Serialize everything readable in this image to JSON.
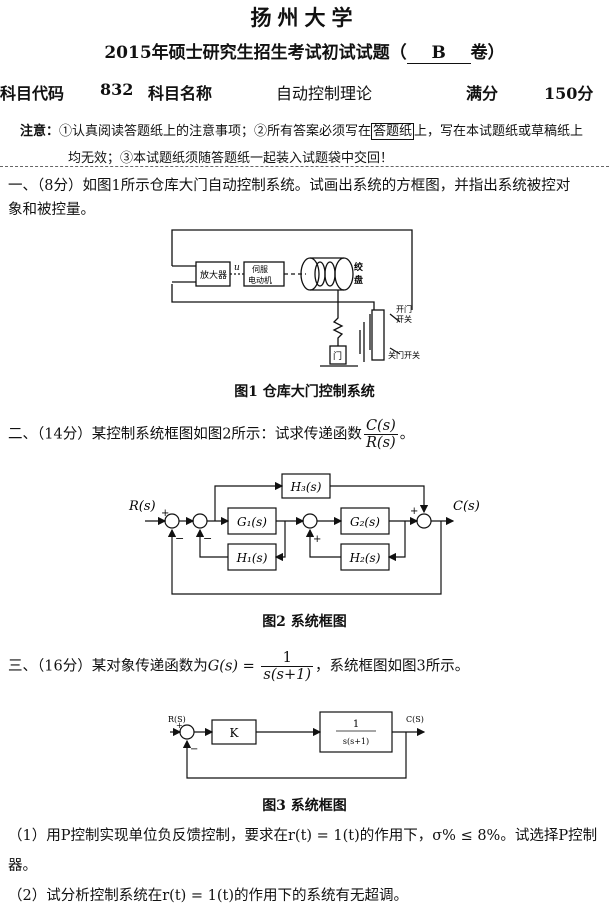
{
  "header": {
    "university": "扬州大学",
    "exam_title_prefix": "2015年硕士研究生招生考试初试试题（",
    "paper_version": "B",
    "exam_title_suffix": "卷）",
    "subject_code_label": "科目代码",
    "subject_code": "832",
    "subject_name_label": "科目名称",
    "subject_name": "自动控制理论",
    "full_marks_label": "满分",
    "full_marks": "150分"
  },
  "notice": {
    "label": "注意：",
    "line1_a": "①认真阅读答题纸上的注意事项；②所有答案必须写在",
    "line1_boxed": "答题纸",
    "line1_b": "上，写在本试题纸或草稿纸上",
    "line2": "均无效；③本试题纸须随答题纸一起装入试题袋中交回！"
  },
  "q1": {
    "line1": "一、（8分）如图1所示仓库大门自动控制系统。试画出系统的方框图，并指出系统被控对",
    "line2": "象和被控量。",
    "fig": {
      "amplifier": "放大器",
      "u": "u",
      "servo_1": "伺服",
      "servo_2": "电动机",
      "drum_1": "绞",
      "drum_2": "盘",
      "door": "门",
      "open_switch_1": "开门",
      "open_switch_2": "开关",
      "close_switch": "关门开关"
    },
    "caption": "图1 仓库大门控制系统"
  },
  "q2": {
    "text": "二、（14分）某控制系统框图如图2所示：试求传递函数",
    "frac_num": "C(s)",
    "frac_den": "R(s)",
    "tail": "。",
    "fig": {
      "R": "R(s)",
      "C": "C(s)",
      "G1": "G₁(s)",
      "G2": "G₂(s)",
      "H1": "H₁(s)",
      "H2": "H₂(s)",
      "H3": "H₃(s)",
      "plus": "+",
      "minus": "−"
    },
    "caption": "图2 系统框图"
  },
  "q3": {
    "text_a": "三、（16分）某对象传递函数为",
    "lhs": "G(s) = ",
    "frac_num": "1",
    "frac_den": "s(s+1)",
    "text_b": "，系统框图如图3所示。",
    "fig": {
      "R": "R(S)",
      "C": "C(S)",
      "K": "K",
      "num": "1",
      "den": "s(s+1)",
      "plus": "+",
      "minus": "−"
    },
    "caption": "图3 系统框图",
    "sub1_line1": "（1）用P控制实现单位负反馈控制，要求在r(t) = 1(t)的作用下，σ% ≤ 8%。试选择P控制",
    "sub1_line2": "器。",
    "sub2": "（2）试分析控制系统在r(t) = 1(t)的作用下的系统有无超调。"
  }
}
